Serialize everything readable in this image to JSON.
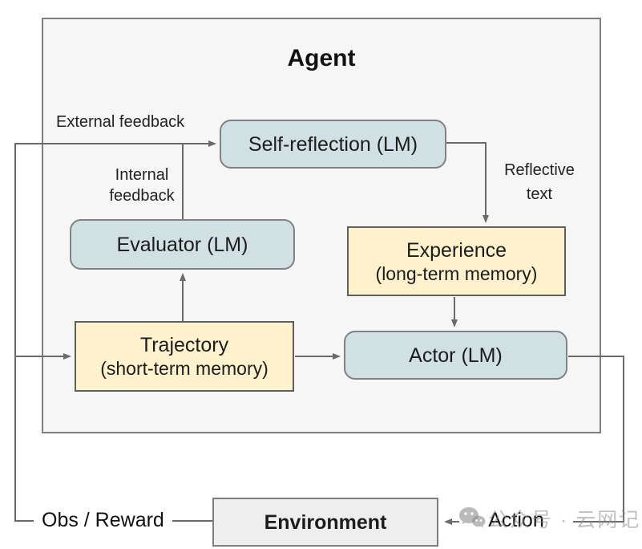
{
  "title": "Agent",
  "nodes": {
    "self_reflection": {
      "label": "Self-reflection (LM)"
    },
    "evaluator": {
      "label": "Evaluator (LM)"
    },
    "experience": {
      "label": "Experience",
      "sublabel": "(long-term memory)"
    },
    "trajectory": {
      "label": "Trajectory",
      "sublabel": "(short-term memory)"
    },
    "actor": {
      "label": "Actor (LM)"
    },
    "environment": {
      "label": "Environment"
    }
  },
  "edges": {
    "external_feedback": "External feedback",
    "internal_feedback": "Internal feedback",
    "reflective_text": "Reflective text",
    "obs_reward": "Obs / Reward",
    "action": "Action"
  },
  "watermark": {
    "icon": "wechat-icon",
    "text": "公众号 · 云网记"
  },
  "colors": {
    "lm_box_fill": "#d0e0e3",
    "memory_box_fill": "#fff2cc",
    "environment_fill": "#eeeeee",
    "agent_fill": "#f6f6f6",
    "box_border": "#7f7f7f",
    "memory_border": "#5f5f5f",
    "connector": "#6a6a6a",
    "watermark_gray": "#8c8c8c"
  }
}
